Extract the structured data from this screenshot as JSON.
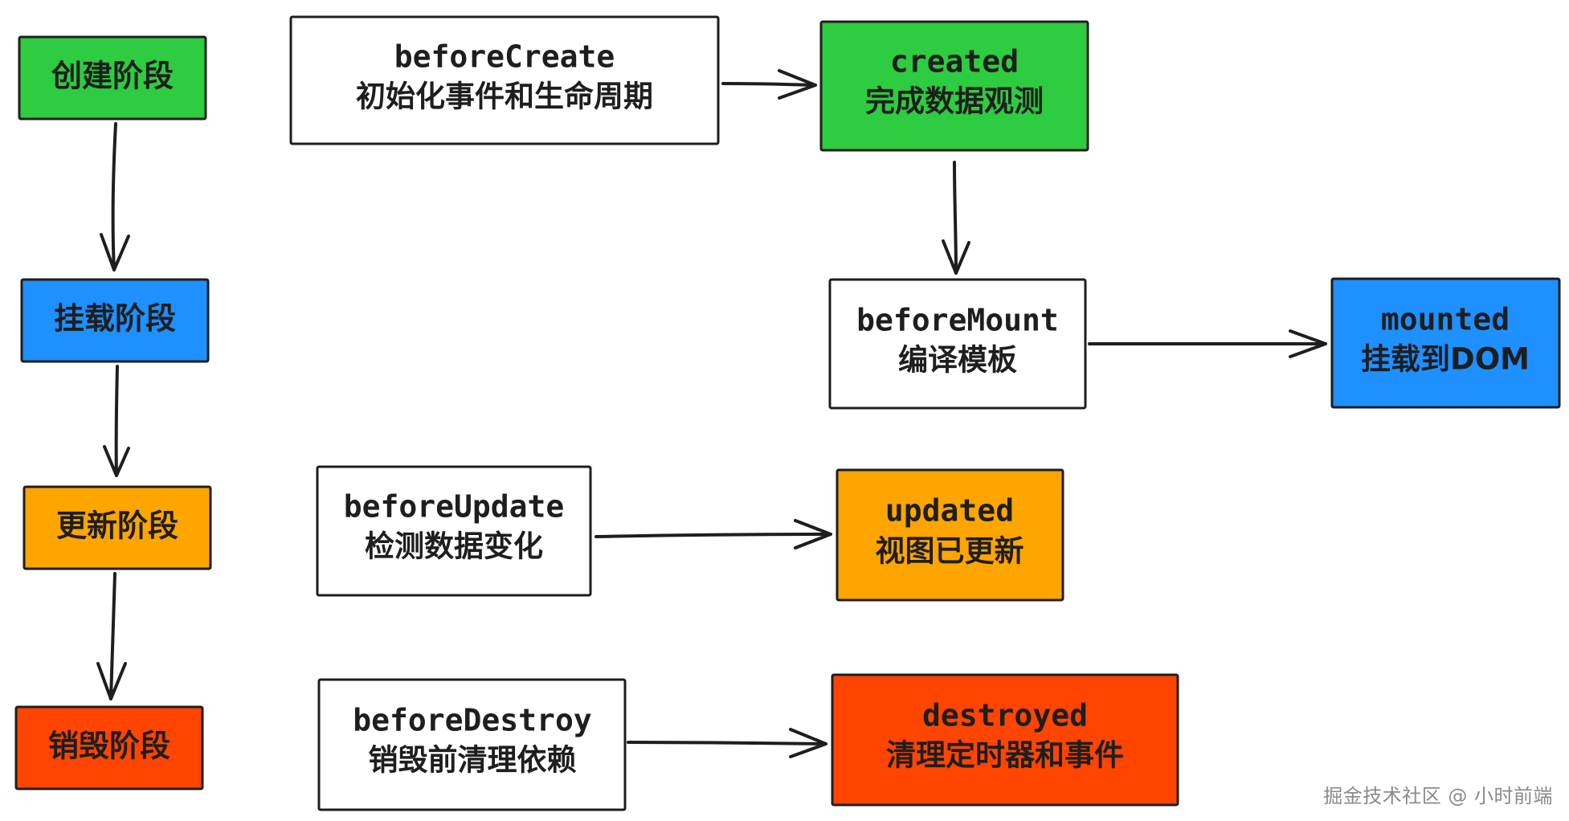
{
  "colors": {
    "create": "#2ecc40",
    "mount": "#1e90ff",
    "update": "#ffa500",
    "destroy": "#ff4500",
    "neutral": "#ffffff",
    "stroke": "#1e1e1e"
  },
  "stages": [
    {
      "label": "创建阶段"
    },
    {
      "label": "挂载阶段"
    },
    {
      "label": "更新阶段"
    },
    {
      "label": "销毁阶段"
    }
  ],
  "hooks": {
    "beforeCreate": {
      "name": "beforeCreate",
      "desc": "初始化事件和生命周期"
    },
    "created": {
      "name": "created",
      "desc": "完成数据观测"
    },
    "beforeMount": {
      "name": "beforeMount",
      "desc": "编译模板"
    },
    "mounted": {
      "name": "mounted",
      "desc": "挂载到DOM"
    },
    "beforeUpdate": {
      "name": "beforeUpdate",
      "desc": "检测数据变化"
    },
    "updated": {
      "name": "updated",
      "desc": "视图已更新"
    },
    "beforeDestroy": {
      "name": "beforeDestroy",
      "desc": "销毁前清理依赖"
    },
    "destroyed": {
      "name": "destroyed",
      "desc": "清理定时器和事件"
    }
  },
  "watermark": "掘金技术社区 @ 小时前端"
}
